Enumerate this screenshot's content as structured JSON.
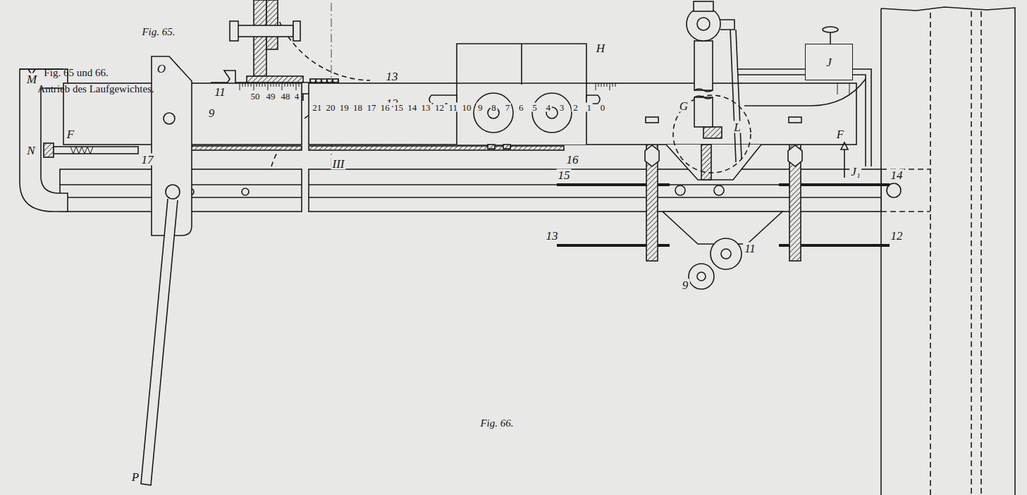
{
  "diagram": {
    "title": "Fig. 65 und 66.",
    "caption": "Antrieb des Laufgewichtes.",
    "nodes": [
      {
        "text": [
          "J"
        ]
      }
    ],
    "labels": [
      "Fig. 65.",
      "11",
      "9",
      "13",
      "12",
      "M",
      "O",
      "F",
      "N",
      "17",
      "50",
      "49",
      "48",
      "4",
      "21",
      "20",
      "19",
      "18",
      "17",
      "16",
      "15",
      "14",
      "13",
      "12",
      "11",
      "10",
      "9",
      "8",
      "7",
      "6",
      "5",
      "4",
      "3",
      "2",
      "1",
      "0",
      "H",
      "III",
      "16",
      "15",
      "14",
      "13",
      "12",
      "11",
      "9",
      "G",
      "L",
      "J₁",
      "P",
      "F",
      "Fig. 66."
    ]
  }
}
